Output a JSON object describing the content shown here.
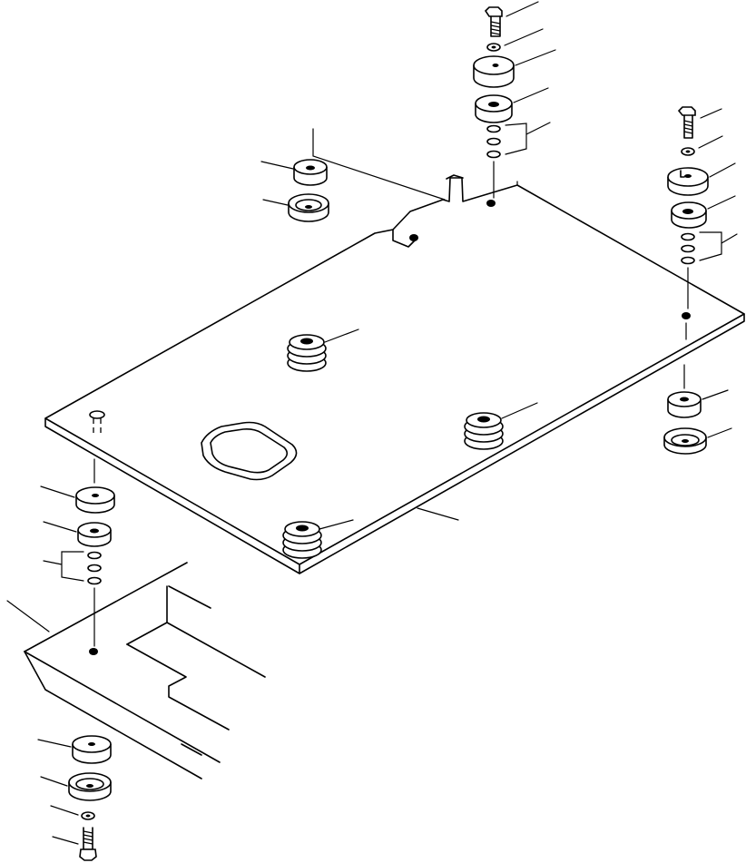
{
  "figure": {
    "kind": "exploded-parts-diagram",
    "callout_labels_visible": false,
    "ink_color": "#000000",
    "paper_color": "#ffffff",
    "parts": [
      {
        "part": "floor-plate",
        "icon": "plate-icon"
      },
      {
        "part": "frame-corner",
        "icon": "frame-icon"
      },
      {
        "part": "mounting-bolt",
        "icon": "bolt-icon"
      },
      {
        "part": "washer",
        "icon": "washer-icon"
      },
      {
        "part": "rubber-cushion",
        "icon": "cushion-icon"
      },
      {
        "part": "cup-cushion",
        "icon": "cup-icon"
      },
      {
        "part": "shim-stack",
        "icon": "shim-icon"
      },
      {
        "part": "grommet",
        "icon": "grommet-icon"
      }
    ]
  }
}
